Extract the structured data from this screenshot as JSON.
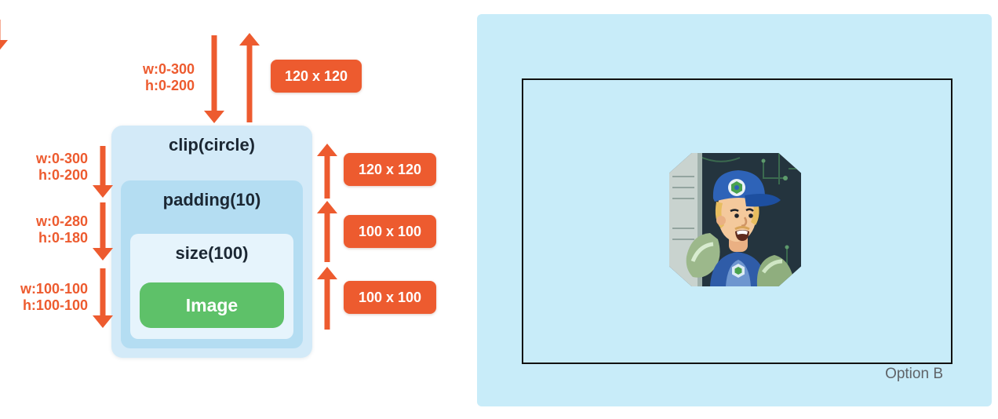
{
  "diagram": {
    "boxes": {
      "clip_label": "clip(circle)",
      "padding_label": "padding(10)",
      "size_label": "size(100)",
      "image_label": "Image"
    },
    "top_constraint": {
      "w": "w:0-300",
      "h": "h:0-200"
    },
    "top_badge": "120 x 120",
    "left_constraints": [
      {
        "w": "w:0-300",
        "h": "h:0-200"
      },
      {
        "w": "w:0-280",
        "h": "h:0-180"
      },
      {
        "w": "w:100-100",
        "h": "h:100-100"
      }
    ],
    "right_badges": [
      "120 x 120",
      "100 x 100",
      "100 x 100"
    ]
  },
  "preview": {
    "caption": "Option B"
  },
  "colors": {
    "arrow_orange": "#ed5b2f",
    "badge_orange": "#ed5b2f",
    "box_outer_blue": "#d3eaf8",
    "box_padding_blue": "#b4ddf2",
    "box_size_blue": "#e6f4fc",
    "image_green": "#5ec169",
    "panel_blue": "#c8ecf9",
    "frame_border": "#111111",
    "caption_gray": "#5f6368",
    "label_dark": "#1b2733"
  }
}
